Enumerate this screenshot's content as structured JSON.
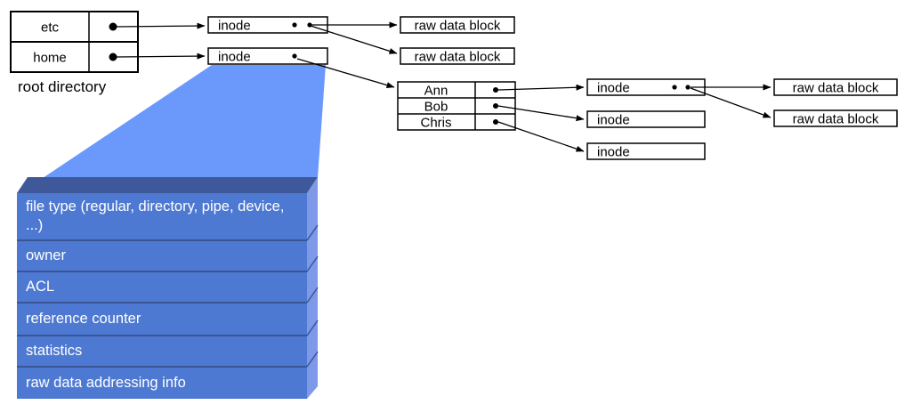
{
  "root_directory": {
    "label": "root directory",
    "rows": [
      "etc",
      "home"
    ]
  },
  "level1": {
    "inodes": [
      "inode",
      "inode"
    ],
    "raw_blocks": [
      "raw data block",
      "raw data block"
    ]
  },
  "home_directory": {
    "rows": [
      "Ann",
      "Bob",
      "Chris"
    ]
  },
  "level2": {
    "inodes": [
      "inode",
      "inode",
      "inode"
    ],
    "raw_blocks": [
      "raw data block",
      "raw data block"
    ]
  },
  "inode_detail": {
    "fields": [
      "file type (regular, directory, pipe, device, ...)",
      "owner",
      "ACL",
      "reference counter",
      "statistics",
      "raw data addressing info"
    ]
  },
  "colors": {
    "funnel": "#6b99fb",
    "block_top_bevel": "#3f589a",
    "block_front": "#4e79d2",
    "block_side": "#7d99e8",
    "block_divider": "#3a5595",
    "block_text": "#ffffff",
    "line": "#000000",
    "box_fill": "#ffffff"
  }
}
